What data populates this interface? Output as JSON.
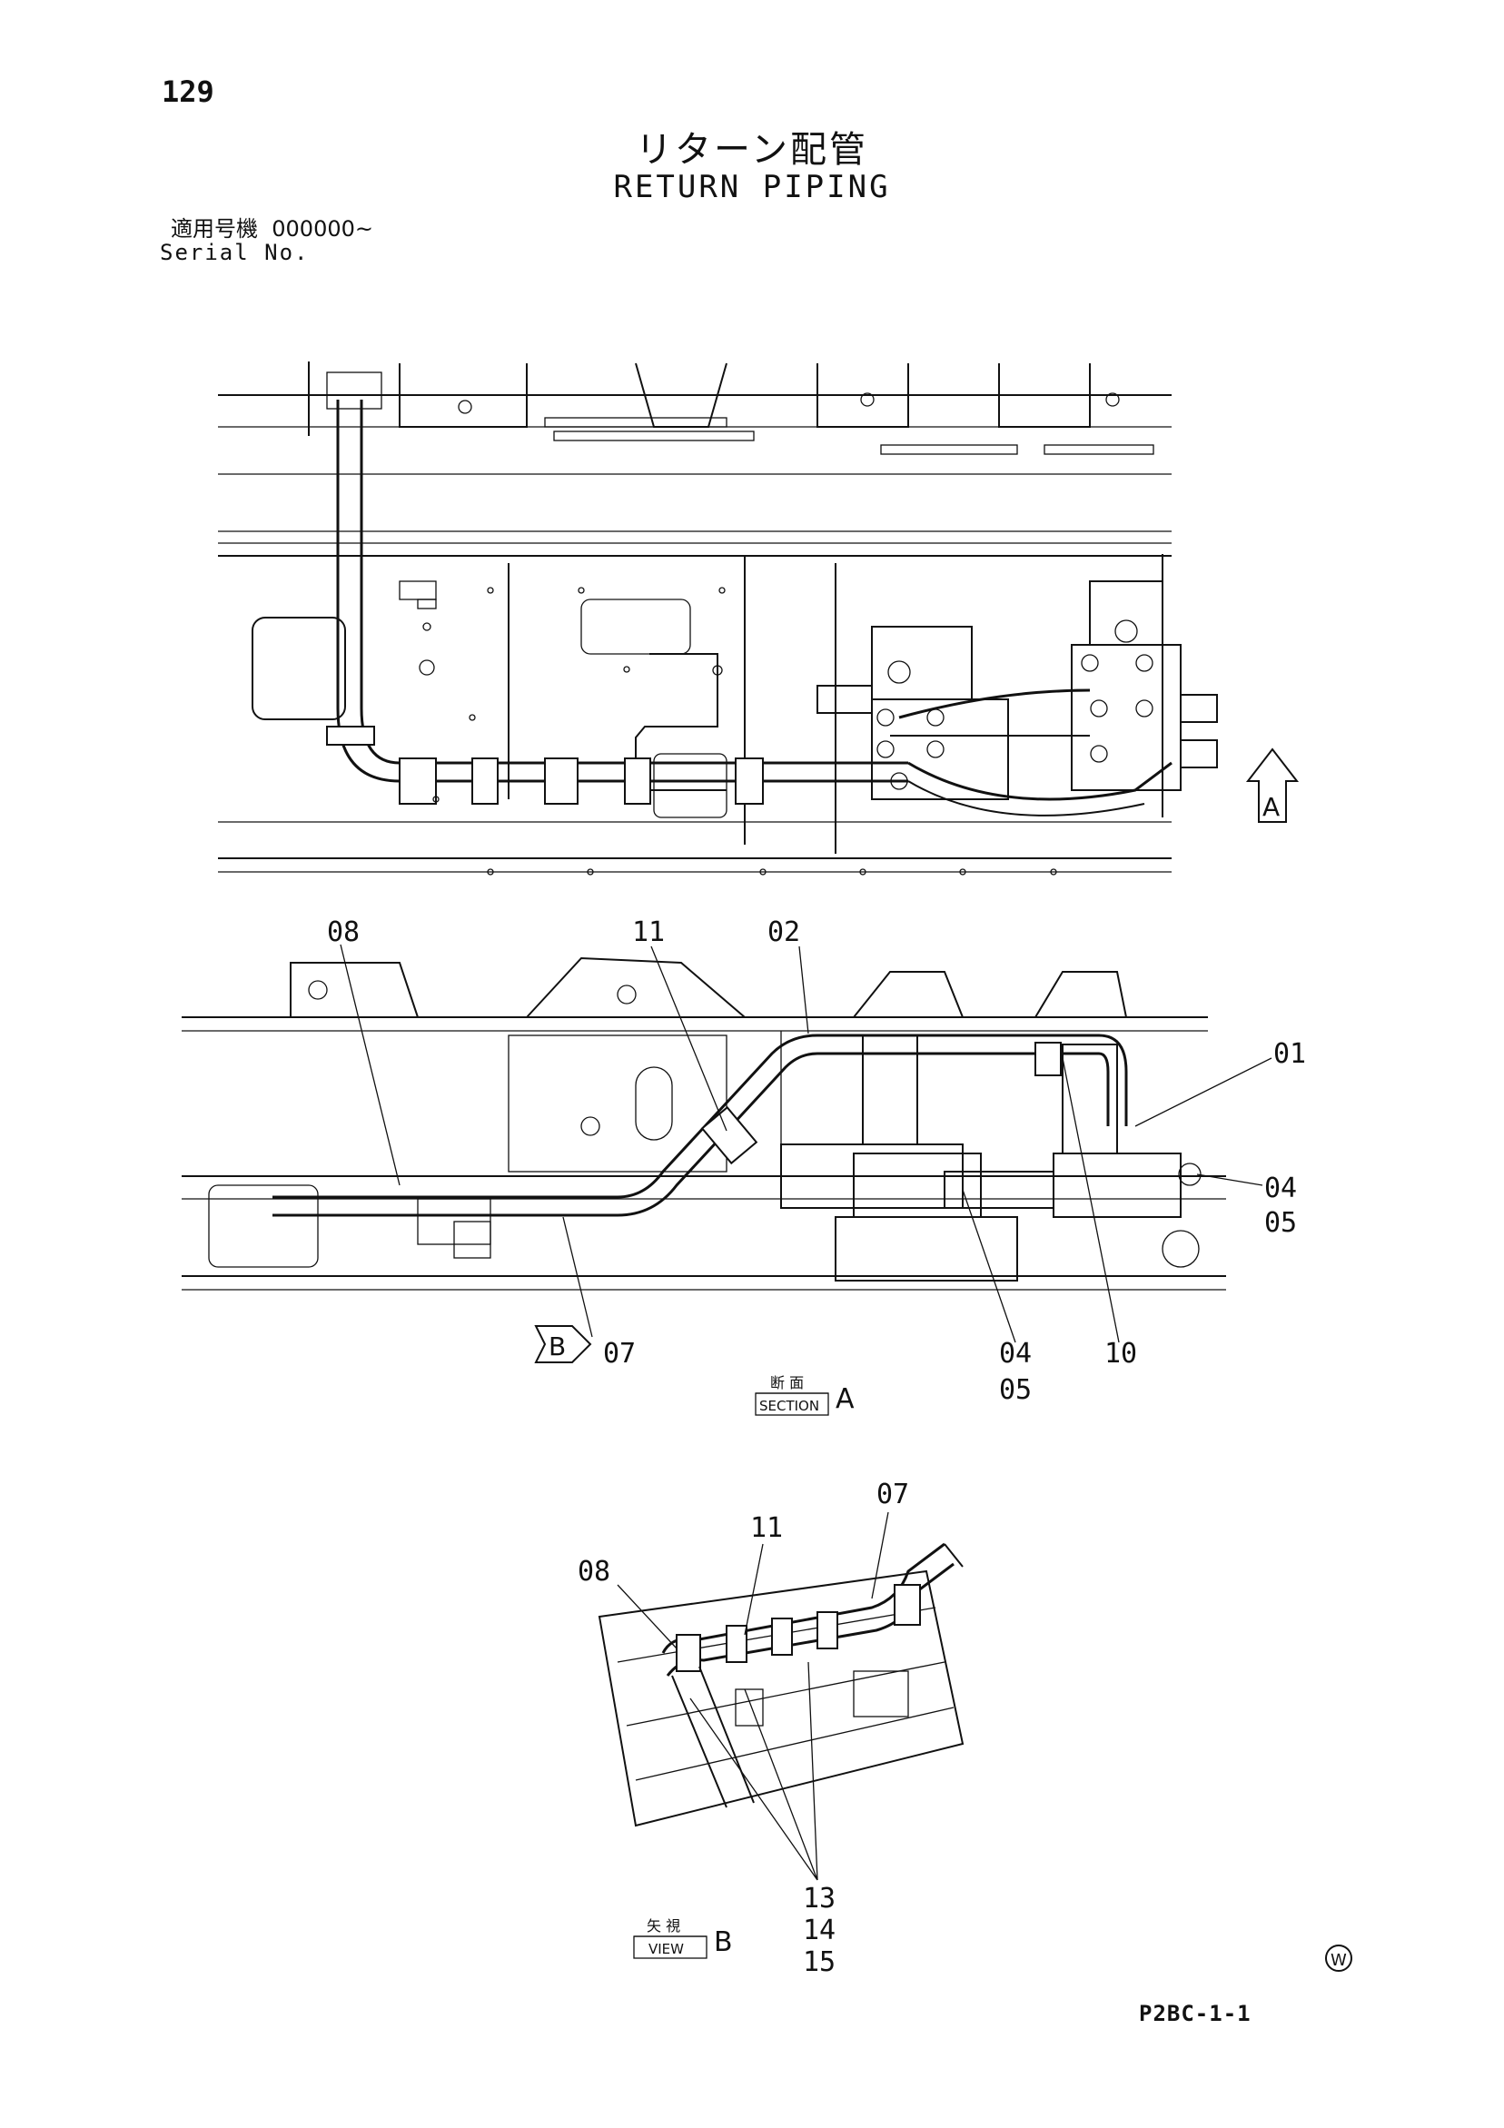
{
  "page_number": "129",
  "title_jp": "リターン配管",
  "title_en": "RETURN PIPING",
  "serial_label_jp": "適用号機",
  "serial_value": "000000~",
  "serial_label_en": "Serial No.",
  "doc_code": "P2BC-1-1",
  "corner_mark": "W",
  "view_arrows": {
    "a": "A",
    "b": "B"
  },
  "section_tag": {
    "jp": "断 面",
    "en": "SECTION",
    "letter": "A"
  },
  "view_tag": {
    "jp": "矢 視",
    "en": "VIEW",
    "letter": "B"
  },
  "section_a_callouts": [
    "08",
    "11",
    "02",
    "01",
    "04",
    "05",
    "07",
    "04",
    "05",
    "10"
  ],
  "view_b_callouts": [
    "07",
    "11",
    "08",
    "13",
    "14",
    "15"
  ]
}
